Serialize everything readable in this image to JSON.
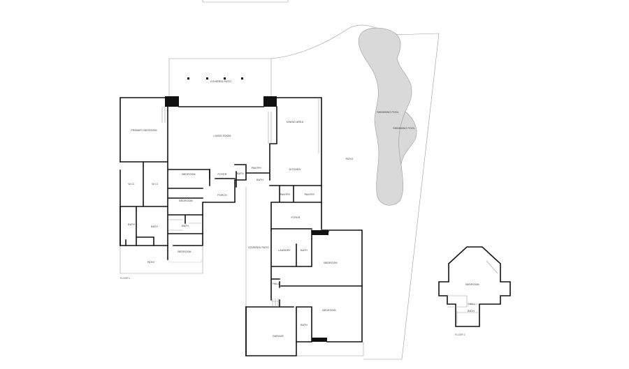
{
  "floors": {
    "floor1": "FLOOR 1",
    "floor2": "FLOOR 2"
  },
  "rooms": {
    "covered_patio_top": "COVERED PATIO",
    "primary_bedroom": "PRIMARY BEDROOM",
    "living_room": "LIVING ROOM",
    "dining_area": "DINING AREA",
    "swimming_pool_1": "SWIMMING POOL",
    "swimming_pool_2": "SWIMMING POOL",
    "patio_right": "PATIO",
    "wic_1": "W.I.C",
    "wic_2": "W.I.C",
    "bedroom_a": "BEDROOM",
    "foyer": "FOYER",
    "pantry_a": "PANTRY",
    "kitchen": "KITCHEN",
    "bath_a": "BATH",
    "bedroom_b": "BEDROOM",
    "porch": "PORCH",
    "pantry_b": "PANTRY",
    "pantry_c": "PANTRY",
    "bath_b": "BATH",
    "bath_c": "BATH",
    "bath_d": "BATH",
    "foyer2": "FOYER",
    "bedroom_c": "BEDROOM",
    "covered_patio_mid": "COVERED PATIO",
    "laundry": "LAUNDRY",
    "bath_e": "BATH",
    "bedroom_d": "BEDROOM",
    "patio_left": "PATIO",
    "hall": "HALL",
    "bedroom_e": "BEDROOM",
    "bath_f": "BATH",
    "garage": "GARAGE",
    "bedroom_f2": "BEDROOM",
    "hall_f2": "HALL",
    "bath_f2": "BATH"
  },
  "colors": {
    "wall": "#111111",
    "pool_fill": "#d9d9d9",
    "outline": "#9a9a9a"
  }
}
